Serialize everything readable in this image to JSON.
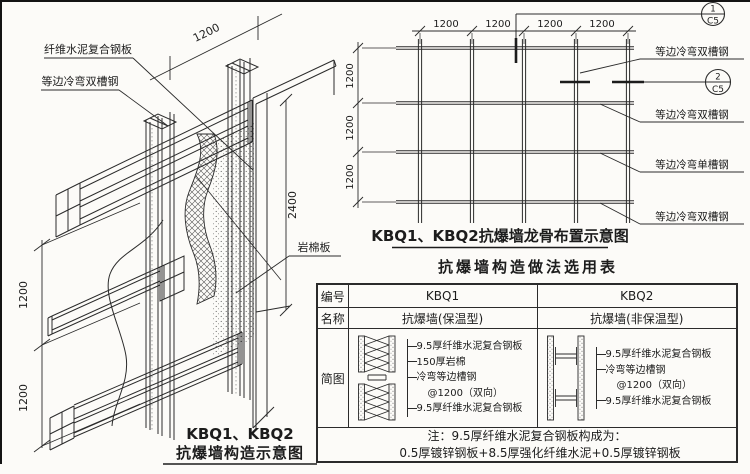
{
  "sheet": {
    "background": "#fcfbf8",
    "line_color": "#2b2b2b"
  },
  "iso": {
    "label_panel": "纤维水泥复合钢板",
    "label_double_channel": "等边冷弯双槽钢",
    "label_rockwool": "岩棉板",
    "dim_top": "1200",
    "dim_height": "2400",
    "dim_left_upper": "1200",
    "dim_left_lower": "1200",
    "title_line1": "KBQ1、KBQ2",
    "title_line2": "抗爆墙构造示意图"
  },
  "grid": {
    "title": "KBQ1、KBQ2抗爆墙龙骨布置示意图",
    "dims_top": [
      "1200",
      "1200",
      "1200",
      "1200"
    ],
    "dims_left": [
      "1200",
      "1200",
      "1200"
    ],
    "callout1_num": "1",
    "callout1_sheet": "C5",
    "callout2_num": "2",
    "callout2_sheet": "C5",
    "label1": "等边冷弯双槽钢",
    "label2": "等边冷弯双槽钢",
    "label3": "等边冷弯单槽钢",
    "label4": "等边冷弯双槽钢"
  },
  "table": {
    "title": "抗爆墙构造做法选用表",
    "row_id_label": "编号",
    "row_name_label": "名称",
    "row_diagram_label": "简图",
    "kbq1": {
      "id": "KBQ1",
      "name": "抗爆墙(保温型)",
      "labels": [
        "9.5厚纤维水泥复合钢板",
        "150厚岩棉",
        "冷弯等边槽钢",
        "@1200（双向）",
        "9.5厚纤维水泥复合钢板"
      ]
    },
    "kbq2": {
      "id": "KBQ2",
      "name": "抗爆墙(非保温型)",
      "labels": [
        "9.5厚纤维水泥复合钢板",
        "冷弯等边槽钢",
        "@1200（双向）",
        "9.5厚纤维水泥复合钢板"
      ]
    },
    "note_line1": "注：9.5厚纤维水泥复合钢板构成为：",
    "note_line2": "0.5厚镀锌钢板+8.5厚强化纤维水泥+0.5厚镀锌钢板"
  }
}
